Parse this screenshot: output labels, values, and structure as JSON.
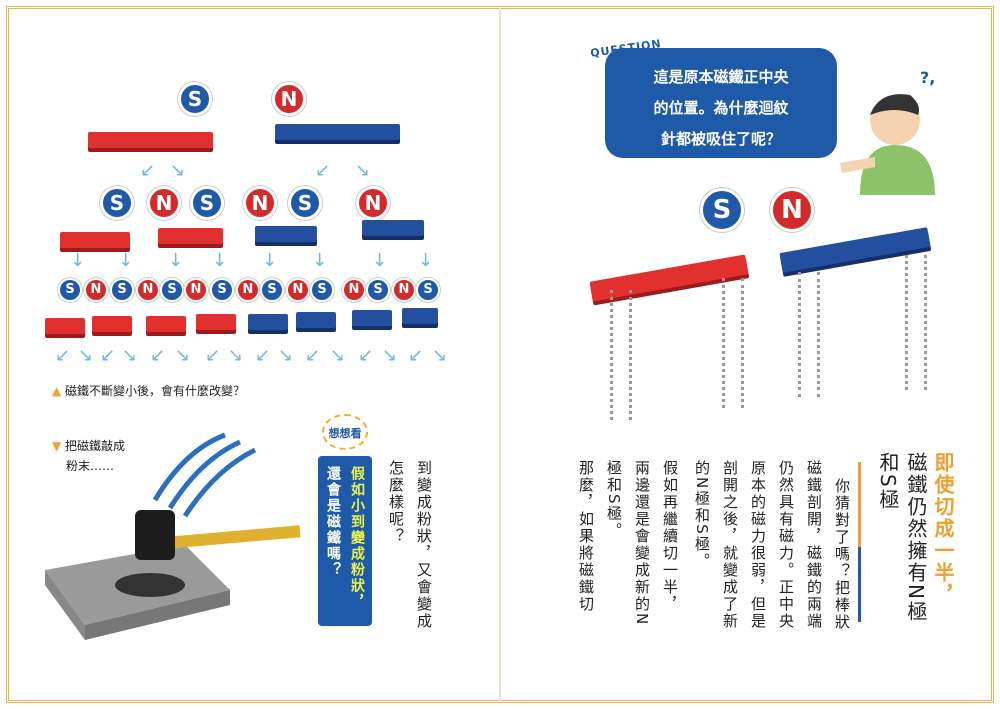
{
  "left_page": {
    "poles": {
      "s": "S",
      "n": "N"
    },
    "caption_top": "磁鐵不斷變小後，會有什麼改變？",
    "caption_bottom": [
      "把磁鐵敲成",
      "粉末……"
    ],
    "think_badge": "想想看",
    "think_box": {
      "line1": "假如小到變成粉狀，",
      "line2": "還會是磁鐵嗎？"
    }
  },
  "right_page": {
    "question_label": "QUESTION",
    "question": [
      "這是原本磁鐵正中央",
      "的位置。為什麼迴紋",
      "針都被吸住了呢？"
    ],
    "kid_marks": "?,",
    "title": [
      "即使切成一半，",
      "磁鐵仍然擁有N極",
      "和S極"
    ],
    "body": [
      "你猜對了嗎？把棒狀",
      "磁鐵剖開，磁鐵的兩端",
      "仍然具有磁力。正中央",
      "原本的磁力很弱，但是",
      "剖開之後，就變成了新",
      "的N極和S極。",
      "假如再繼續切一半，",
      "兩邊還是會變成新的N",
      "極和S極。",
      "那麼，如果將磁鐵切",
      "到變成粉狀，又會變成",
      "怎麼樣呢？"
    ],
    "colors": {
      "blue": "#1f5aa8",
      "red": "#d52a2a",
      "orange": "#f0a030"
    }
  }
}
